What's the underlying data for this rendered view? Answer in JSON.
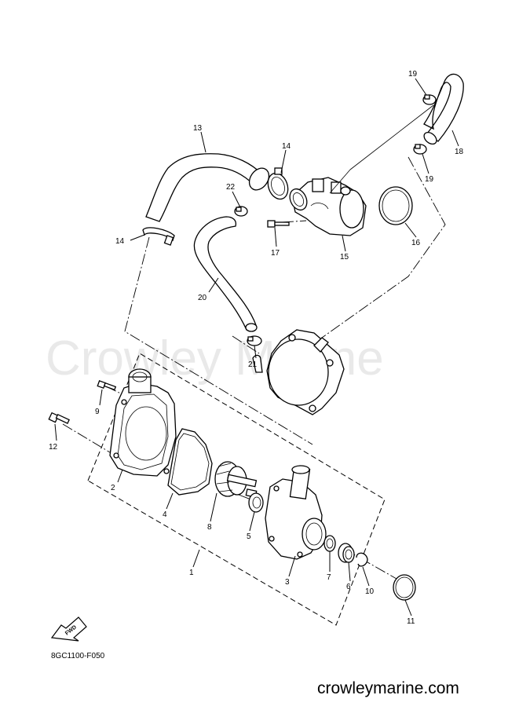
{
  "watermark": "Crowley Marine",
  "diagram_code": "8GC1100-F050",
  "site_url": "crowleymarine.com",
  "fwd_label": "FWD",
  "callouts": {
    "c1": "1",
    "c2": "2",
    "c3": "3",
    "c4": "4",
    "c5": "5",
    "c6": "6",
    "c7": "7",
    "c8": "8",
    "c9": "9",
    "c10": "10",
    "c11": "11",
    "c12": "12",
    "c13": "13",
    "c14a": "14",
    "c14b": "14",
    "c15": "15",
    "c16": "16",
    "c17": "17",
    "c18": "18",
    "c19a": "19",
    "c19b": "19",
    "c20": "20",
    "c21": "21",
    "c22": "22"
  }
}
